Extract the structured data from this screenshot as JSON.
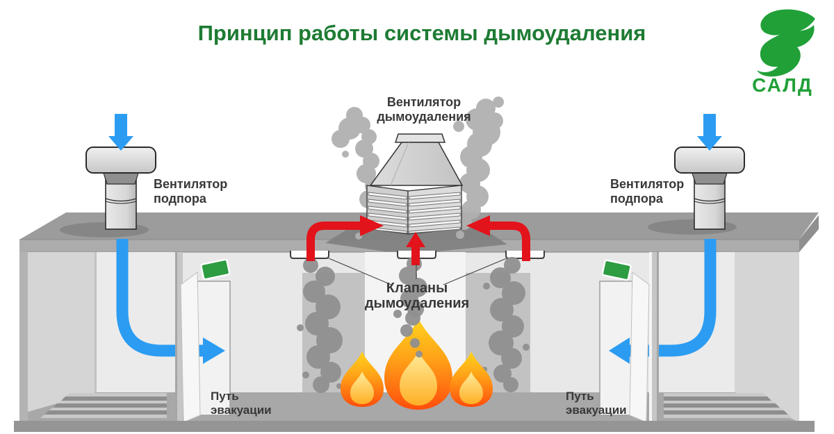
{
  "title": {
    "text": "Принцип работы системы дымоудаления",
    "color": "#1E7B33"
  },
  "logo": {
    "text": "САЛД",
    "color": "#21A038"
  },
  "labels": {
    "exhaust_fan": {
      "line1": "Вентилятор",
      "line2": "дымоудаления"
    },
    "supply_fan_left": {
      "line1": "Вентилятор",
      "line2": "подпора"
    },
    "supply_fan_right": {
      "line1": "Вентилятор",
      "line2": "подпора"
    },
    "smoke_valves": {
      "line1": "Клапаны",
      "line2": "дымоудаления"
    },
    "evacuation_left": {
      "line1": "Путь",
      "line2": "эвакуации"
    },
    "evacuation_right": {
      "line1": "Путь",
      "line2": "эвакуации"
    }
  },
  "colors": {
    "title_green": "#1E7B33",
    "logo_green": "#21A038",
    "exit_sign_green": "#2E9C41",
    "fresh_air_blue": "#2B9CF2",
    "smoke_flow_red": "#E3131B",
    "flame_yellow": "#FFD41E",
    "flame_orange": "#FF4D0C",
    "smoke_gray": "#909090",
    "label_dark": "#383838",
    "roof_gray": "#9C9C9C",
    "wall_light": "#E8E8E8"
  }
}
